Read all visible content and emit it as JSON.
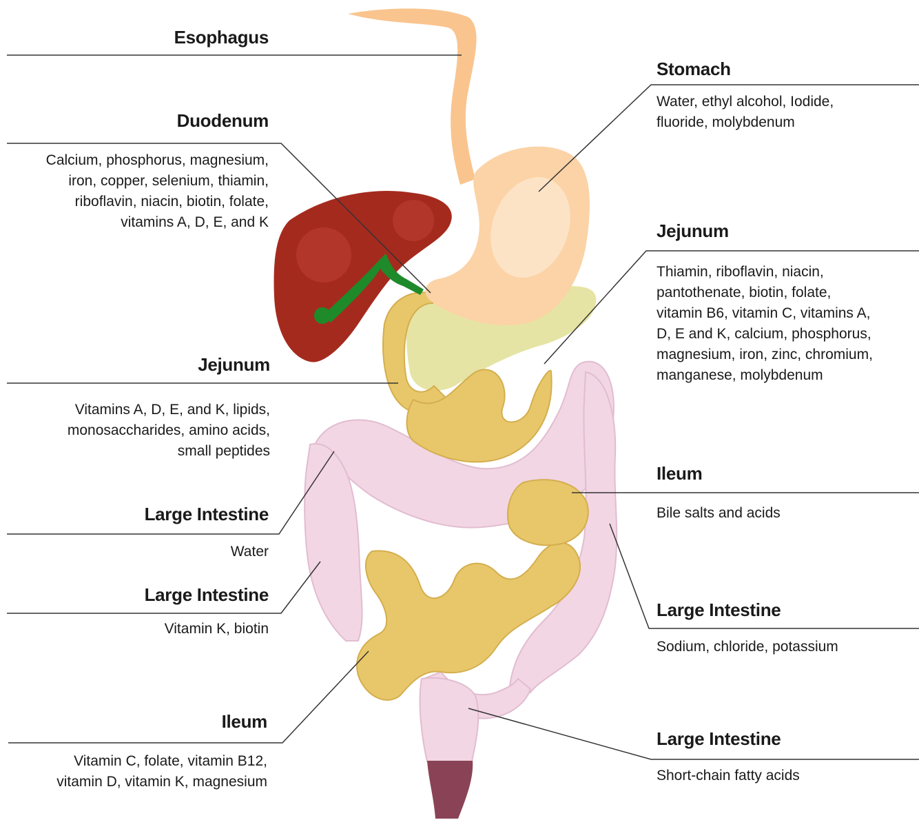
{
  "labels": {
    "esophagus": {
      "title": "Esophagus",
      "desc": ""
    },
    "duodenum": {
      "title": "Duodenum",
      "desc": "Calcium, phosphorus, magnesium,\niron, copper, selenium, thiamin,\nriboflavin, niacin, biotin, folate,\nvitamins A, D, E, and K"
    },
    "jejunum_left": {
      "title": "Jejunum",
      "desc": "Vitamins A, D, E, and K, lipids,\nmonosaccharides, amino acids,\nsmall peptides"
    },
    "large_intestine_1": {
      "title": "Large Intestine",
      "desc": "Water"
    },
    "large_intestine_2": {
      "title": "Large Intestine",
      "desc": "Vitamin K, biotin"
    },
    "ileum_left": {
      "title": "Ileum",
      "desc": "Vitamin C, folate, vitamin B12,\nvitamin D, vitamin K, magnesium"
    },
    "stomach": {
      "title": "Stomach",
      "desc": "Water, ethyl alcohol, Iodide,\nfluoride, molybdenum"
    },
    "jejunum_right": {
      "title": "Jejunum",
      "desc": "Thiamin, riboflavin, niacin,\npantothenate, biotin, folate,\nvitamin B6, vitamin C, vitamins A,\nD, E and K, calcium, phosphorus,\nmagnesium, iron, zinc, chromium,\nmanganese, molybdenum"
    },
    "ileum_right": {
      "title": "Ileum",
      "desc": "Bile salts and acids"
    },
    "large_intestine_3": {
      "title": "Large Intestine",
      "desc": "Sodium, chloride, potassium"
    },
    "large_intestine_4": {
      "title": "Large Intestine",
      "desc": "Short-chain fatty acids"
    }
  },
  "colors": {
    "esophagus": "#f9c48e",
    "stomach": "#fbd3a6",
    "liver": "#a52a1e",
    "gallbladder": "#1e8a2a",
    "pancreas": "#e6e4a4",
    "small_intestine": "#e8c76a",
    "large_intestine": "#f2d6e4",
    "rectum": "#8a4356",
    "leader_line": "#333333"
  }
}
